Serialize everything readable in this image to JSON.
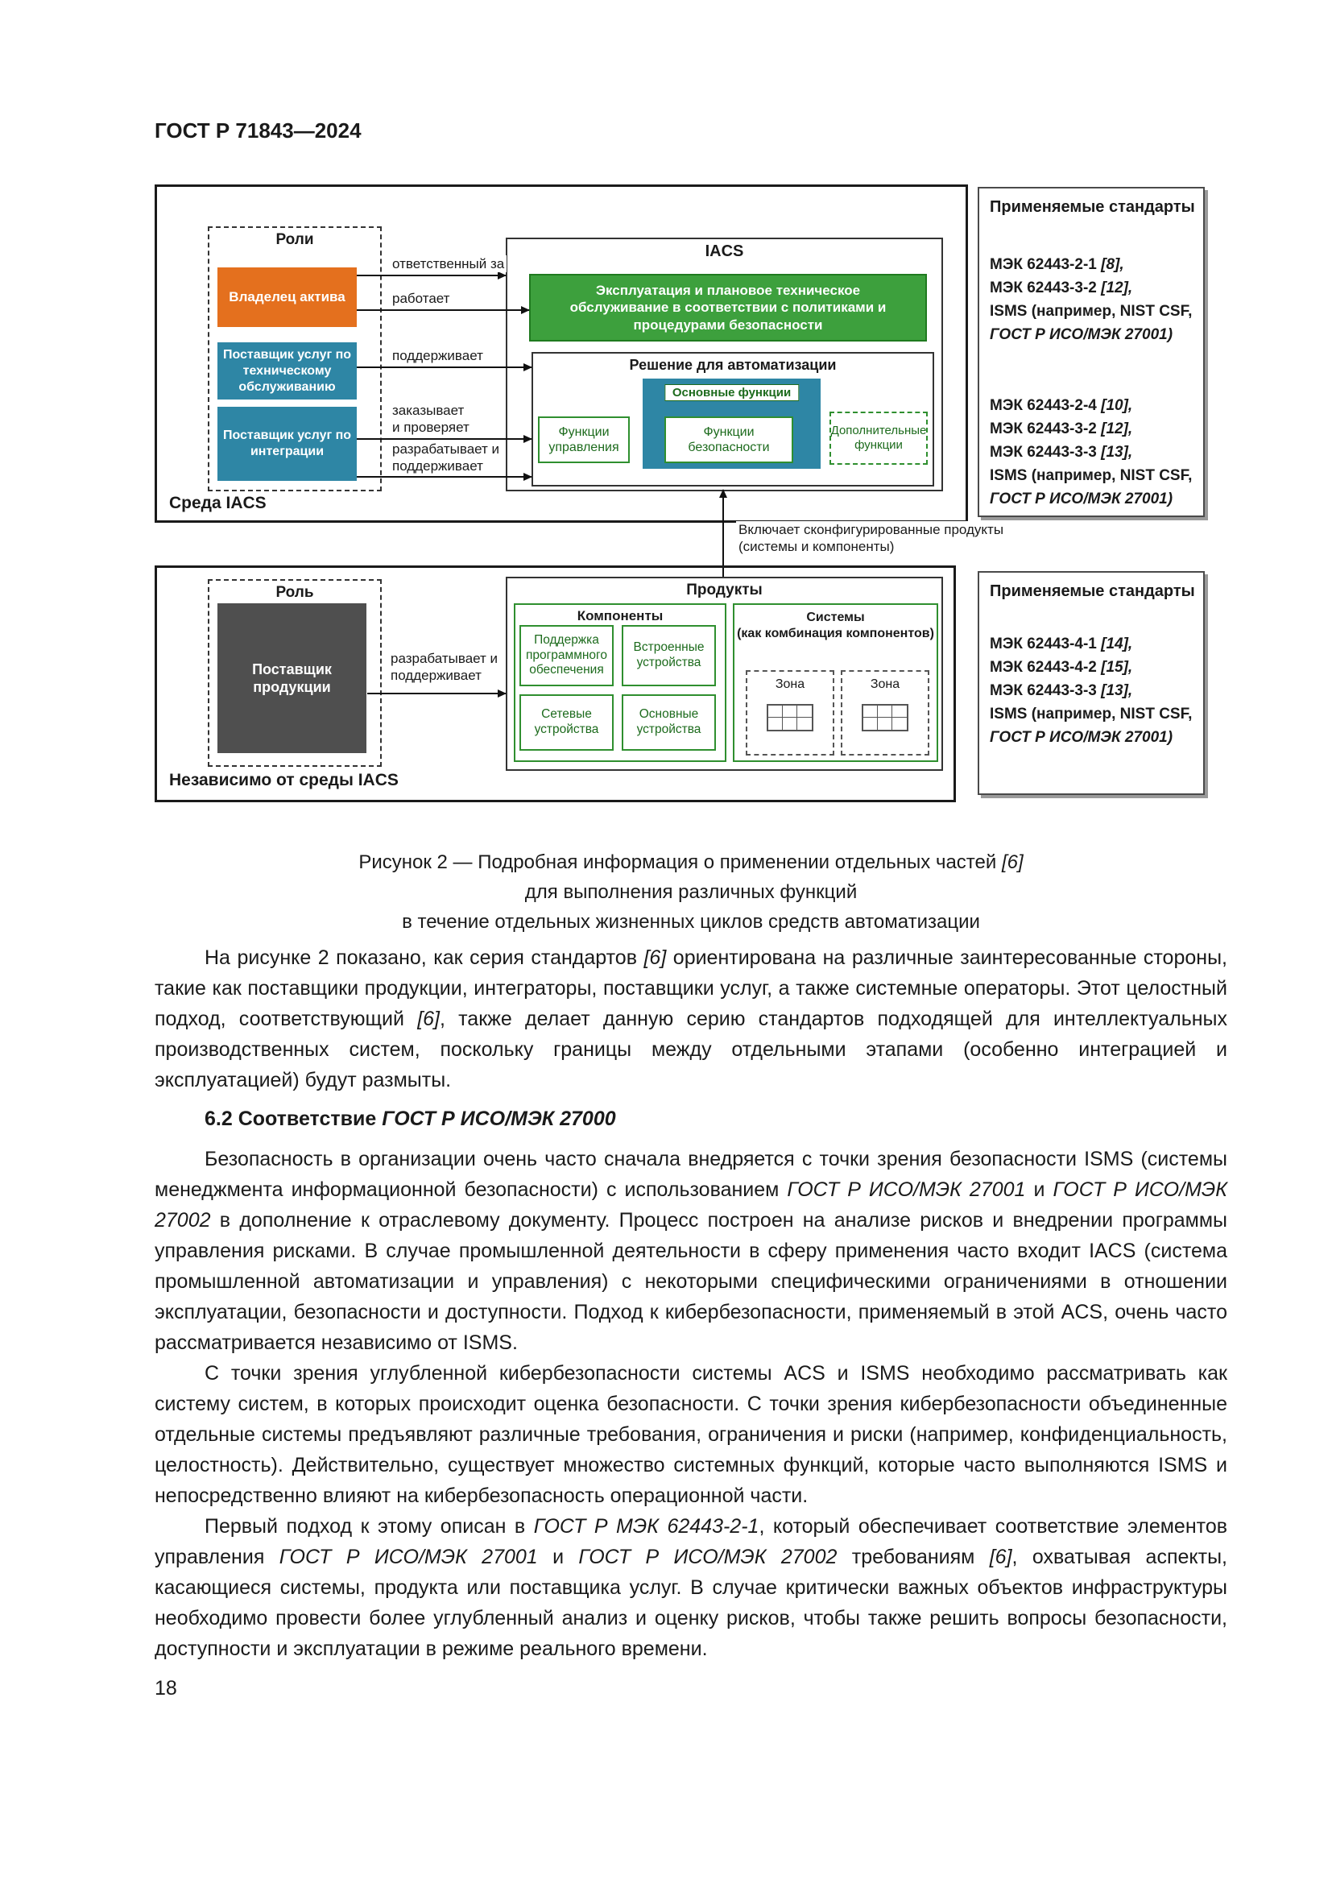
{
  "colors": {
    "asset_owner_orange": "#E4701E",
    "service_provider_teal": "#2E86A5",
    "essential_functions_blue": "#2E86A5",
    "operation_banner_green": "#3DA03D",
    "product_supplier_gray": "#4F4F4F",
    "function_text_green": "#1D6B1D"
  },
  "page": {
    "doc_code": "ГОСТ Р 71843—2024",
    "page_number": "18"
  },
  "diagram": {
    "top": {
      "env_label": "Среда IACS",
      "roles_title": "Роли",
      "role_asset_owner": "Владелец актива",
      "role_maintenance": "Поставщик услуг по техническому обслуживанию",
      "role_integration": "Поставщик услуг по интеграции",
      "arrow_responsible": "ответственный за",
      "arrow_operates": "работает",
      "arrow_maintains": "поддерживает",
      "arrow_orders": "заказывает\nи проверяет",
      "arrow_develops": "разрабатывает и\nподдерживает",
      "iacs_title": "IACS",
      "banner": "Эксплуатация и плановое техническое обслуживание в соответствии с политиками и процедурами безопасности",
      "solution_title": "Решение для автоматизации",
      "essential_title": "Основные функции",
      "func_control": "Функции управления",
      "func_safety": "Функции безопасности",
      "func_additional": "Дополнительные функции"
    },
    "connector_label": "Включает сконфигурированные продукты\n(системы и компоненты)",
    "bottom": {
      "env_label": "Независимо от среды IACS",
      "role_title": "Роль",
      "role_supplier": "Поставщик продукции",
      "arrow_develops": "разрабатывает и\nподдерживает",
      "products_title": "Продукты",
      "components_title": "Компоненты",
      "comp_software": "Поддержка программного обеспечения",
      "comp_embedded": "Встроенные устройства",
      "comp_network": "Сетевые устройства",
      "comp_host": "Основные устройства",
      "systems_title": "Системы\n(как комбинация компонентов)",
      "zone_label": "Зона"
    },
    "standards_top": {
      "title": "Применяемые стандарты",
      "block1": [
        [
          {
            "t": "МЭК 62443-2-1 "
          },
          {
            "t": "[8],",
            "i": true
          }
        ],
        [
          {
            "t": "МЭК 62443-3-2 "
          },
          {
            "t": "[12],",
            "i": true
          }
        ],
        [
          {
            "t": "ISMS (например, NIST CSF,"
          }
        ],
        [
          {
            "t": "ГОСТ Р ИСО/МЭК 27001)",
            "i": true
          }
        ]
      ],
      "block2": [
        [
          {
            "t": "МЭК 62443-2-4 "
          },
          {
            "t": "[10],",
            "i": true
          }
        ],
        [
          {
            "t": "МЭК 62443-3-2 "
          },
          {
            "t": "[12],",
            "i": true
          }
        ],
        [
          {
            "t": "МЭК 62443-3-3 "
          },
          {
            "t": "[13],",
            "i": true
          }
        ],
        [
          {
            "t": "ISMS (например, NIST CSF,"
          }
        ],
        [
          {
            "t": "ГОСТ Р ИСО/МЭК 27001)",
            "i": true
          }
        ]
      ]
    },
    "standards_bottom": {
      "title": "Применяемые стандарты",
      "block": [
        [
          {
            "t": "МЭК 62443-4-1 "
          },
          {
            "t": "[14],",
            "i": true
          }
        ],
        [
          {
            "t": "МЭК 62443-4-2 "
          },
          {
            "t": "[15],",
            "i": true
          }
        ],
        [
          {
            "t": "МЭК 62443-3-3 "
          },
          {
            "t": "[13],",
            "i": true
          }
        ],
        [
          {
            "t": "ISMS (например, NIST CSF,"
          }
        ],
        [
          {
            "t": "ГОСТ Р ИСО/МЭК 27001)",
            "i": true
          }
        ]
      ]
    }
  },
  "figure_caption": [
    [
      {
        "t": "Рисунок 2 — Подробная информация о применении отдельных частей "
      },
      {
        "t": "[6]",
        "i": true
      }
    ],
    [
      {
        "t": "для выполнения различных функций"
      }
    ],
    [
      {
        "t": "в течение отдельных жизненных циклов средств автоматизации"
      }
    ]
  ],
  "body": {
    "p1": [
      [
        {
          "t": "На рисунке 2 показано, как серия стандартов "
        },
        {
          "t": "[6]",
          "i": true
        },
        {
          "t": " ориентирована на различные заинтересованные стороны, такие как поставщики продукции, интеграторы, поставщики услуг, а также системные операторы. Этот целостный подход, соответствующий "
        },
        {
          "t": "[6]",
          "i": true
        },
        {
          "t": ", также делает данную серию стандартов подходящей для интеллектуальных производственных систем, поскольку границы между отдельными этапами (особенно интеграцией и эксплуатацией) будут размыты."
        }
      ]
    ],
    "heading_62": [
      [
        {
          "t": "6.2 Соответствие "
        },
        {
          "t": "ГОСТ Р ИСО/МЭК 27000",
          "i": true
        }
      ]
    ],
    "p2": [
      [
        {
          "t": "Безопасность в организации очень часто сначала внедряется с точки зрения безопасности ISMS (системы менеджмента информационной безопасности) с использованием "
        },
        {
          "t": "ГОСТ Р ИСО/МЭК 27001",
          "i": true
        },
        {
          "t": " и "
        },
        {
          "t": "ГОСТ Р ИСО/МЭК 27002",
          "i": true
        },
        {
          "t": " в дополнение к отраслевому документу. Процесс построен на анализе рисков и внедрении программы управления рисками. В случае промышленной деятельности в сферу применения часто входит IACS (система промышленной автоматизации и управления) с некоторыми специфическими ограничениями в отношении эксплуатации, безопасности и доступности. Подход к кибербезопасности, применяемый в этой ACS, очень часто рассматривается независимо от ISMS."
        }
      ]
    ],
    "p3": [
      [
        {
          "t": "С точки зрения углубленной кибербезопасности системы ACS и ISMS необходимо рассматривать как систему систем, в которых происходит оценка безопасности. С точки зрения кибербезопасности объединенные отдельные системы предъявляют различные требования, ограничения и риски (например, конфиденциальность, целостность). Действительно, существует множество системных функций, которые часто выполняются ISMS и непосредственно влияют на кибербезопасность операционной части."
        }
      ]
    ],
    "p4": [
      [
        {
          "t": "Первый подход к этому описан в "
        },
        {
          "t": "ГОСТ Р МЭК 62443-2-1",
          "i": true
        },
        {
          "t": ", который обеспечивает соответствие элементов управления "
        },
        {
          "t": "ГОСТ Р ИСО/МЭК 27001",
          "i": true
        },
        {
          "t": " и "
        },
        {
          "t": "ГОСТ Р ИСО/МЭК 27002",
          "i": true
        },
        {
          "t": " требованиям "
        },
        {
          "t": "[6]",
          "i": true
        },
        {
          "t": ", охватывая аспекты, касающиеся системы, продукта или поставщика услуг. В случае критически важных объектов инфраструктуры необходимо провести более углубленный анализ и оценку рисков, чтобы также решить вопросы безопасности, доступности и эксплуатации в режиме реального времени."
        }
      ]
    ]
  }
}
